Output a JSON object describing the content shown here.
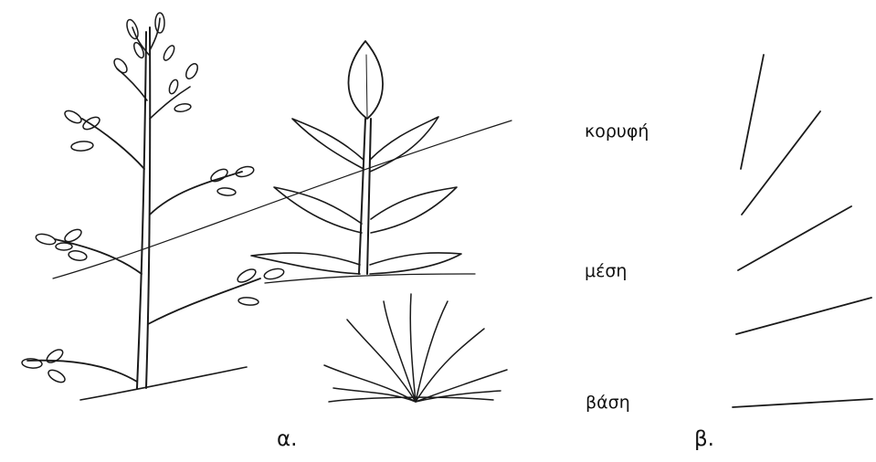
{
  "figure": {
    "panel_a_label": "α.",
    "panel_b_label": "β.",
    "height_labels": {
      "top": "κορυφή",
      "middle": "μέση",
      "base": "βάση"
    }
  },
  "colors": {
    "ink": "#1a1a1a",
    "background": "#ffffff"
  }
}
